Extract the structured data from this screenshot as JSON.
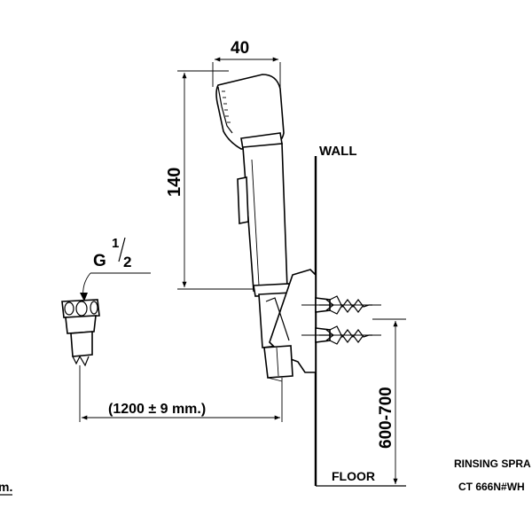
{
  "dimensions": {
    "width_top": "40",
    "height_head": "140",
    "hose_length": "(1200 ± 9 mm.)",
    "mount_height": "600-700"
  },
  "labels": {
    "wall": "WALL",
    "floor": "FLOOR",
    "thread_g": "G",
    "thread_num": "1",
    "thread_den": "2",
    "unit_fragment": "m."
  },
  "title_block": {
    "product": "RINSING SPRA",
    "model": "CT 666N#WH"
  }
}
